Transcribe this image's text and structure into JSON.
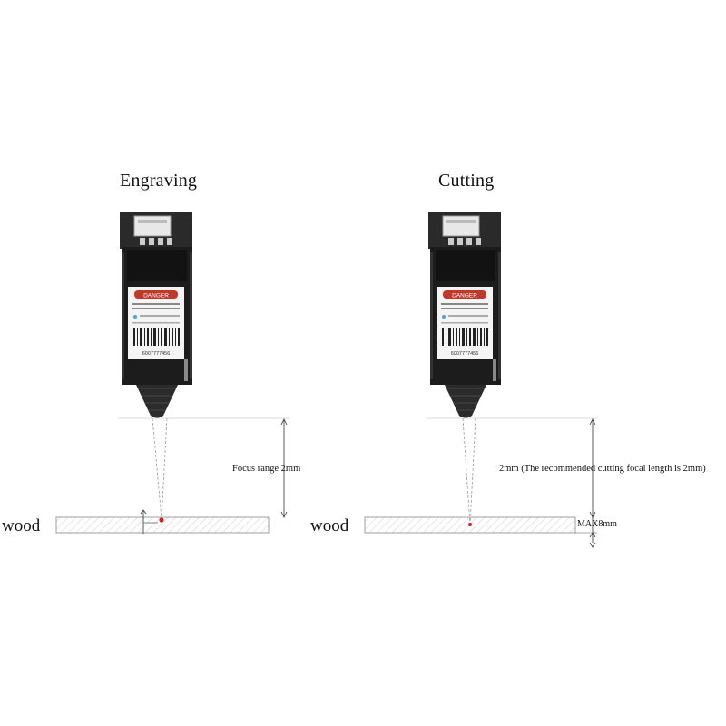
{
  "engraving": {
    "title": "Engraving",
    "material_label": "wood",
    "focus_label": "Focus range 2mm"
  },
  "cutting": {
    "title": "Cutting",
    "material_label": "wood",
    "focus_label": "2mm (The recommended cutting focal length is 2mm)",
    "max_label": "MAX8mm"
  },
  "laser_module": {
    "danger_text": "DANGER",
    "serial": "6007777456"
  },
  "colors": {
    "module_body": "#1c1c1c",
    "danger_red": "#c0392b",
    "focus_dot": "#d62020",
    "wood_hatch": "#c8c8c8"
  }
}
